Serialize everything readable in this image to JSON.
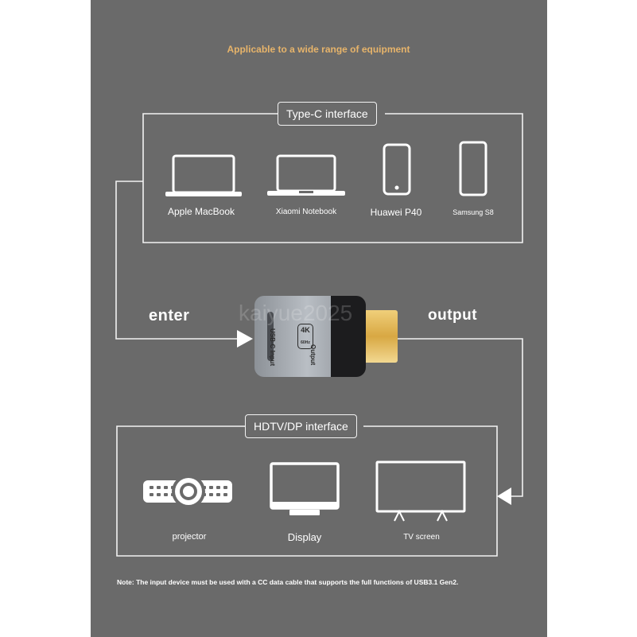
{
  "headline": "Applicable to a wide range of equipment",
  "typec": {
    "title": "Type-C interface",
    "devices": [
      {
        "label": "Apple MacBook",
        "icon": "laptop-icon"
      },
      {
        "label": "Xiaomi Notebook",
        "icon": "laptop-icon"
      },
      {
        "label": "Huawei P40",
        "icon": "phone-icon"
      },
      {
        "label": "Samsung S8",
        "icon": "phone-icon"
      }
    ]
  },
  "flow": {
    "enter": "enter",
    "output": "output"
  },
  "adapter": {
    "usb_c_input": "USB-C Input",
    "output_label": "Output",
    "badge": "4K",
    "badge_sub": "60Hz"
  },
  "hdtv": {
    "title": "HDTV/DP interface",
    "devices": [
      {
        "label": "projector",
        "icon": "projector-icon"
      },
      {
        "label": "Display",
        "icon": "monitor-icon"
      },
      {
        "label": "TV screen",
        "icon": "tv-icon"
      }
    ]
  },
  "watermark": "kaiyue2025",
  "note": "Note: The input device must be used with a CC data cable that supports the full functions of USB3.1 Gen2.",
  "colors": {
    "background": "#6a6a6a",
    "headline": "#e7b46a",
    "lines": "#f2f2f2"
  }
}
